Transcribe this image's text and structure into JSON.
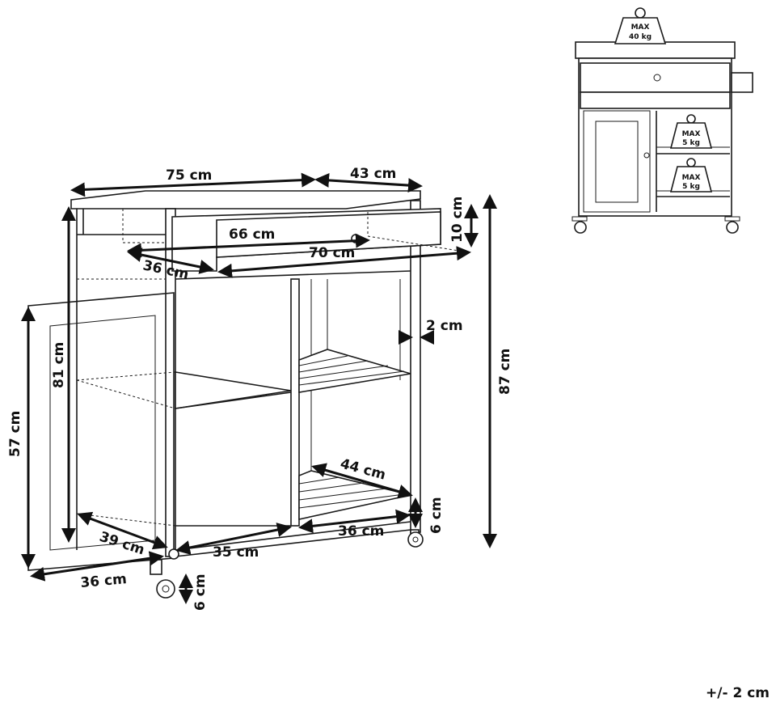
{
  "dimensions": {
    "top_width": "75 cm",
    "top_depth": "43 cm",
    "drawer_width_inner": "66 cm",
    "drawer_height": "10 cm",
    "drawer_depth": "36 cm",
    "drawer_width": "70 cm",
    "frame_thickness": "2 cm",
    "body_height": "81 cm",
    "total_height": "87 cm",
    "door_height": "57 cm",
    "shelf_depth": "44 cm",
    "wheel_height_right": "6 cm",
    "right_shelf_width": "36 cm",
    "cabinet_depth": "39 cm",
    "cabinet_width": "35 cm",
    "door_width": "36 cm",
    "wheel_height_left": "6 cm"
  },
  "inset": {
    "top_load_label": "MAX",
    "top_load_value": "40 kg",
    "shelf1_load_label": "MAX",
    "shelf1_load_value": "5 kg",
    "shelf2_load_label": "MAX",
    "shelf2_load_value": "5 kg"
  },
  "tolerance": "+/- 2 cm"
}
